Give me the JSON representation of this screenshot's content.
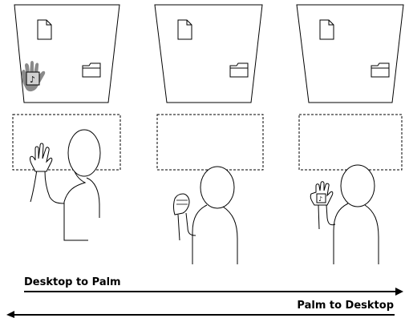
{
  "figure": {
    "panels": [
      {
        "stage": "start",
        "screen": [
          "document-icon",
          "folder-icon",
          "hand-on-screen-holding-music-file"
        ],
        "person": "hand raised, open palm toward screen"
      },
      {
        "stage": "middle",
        "screen": [
          "document-icon",
          "folder-icon"
        ],
        "person": "hand closed in fist"
      },
      {
        "stage": "end",
        "screen": [
          "document-icon",
          "folder-icon"
        ],
        "person": "open palm showing music file"
      }
    ],
    "arrows": {
      "forward_label": "Desktop to Palm",
      "backward_label": "Palm to Desktop"
    },
    "icons": {
      "file_glyph": "♪",
      "colors": {
        "stroke": "#000000",
        "hand_shadow": "#8a8a8a",
        "dashed": "#000000"
      }
    }
  }
}
